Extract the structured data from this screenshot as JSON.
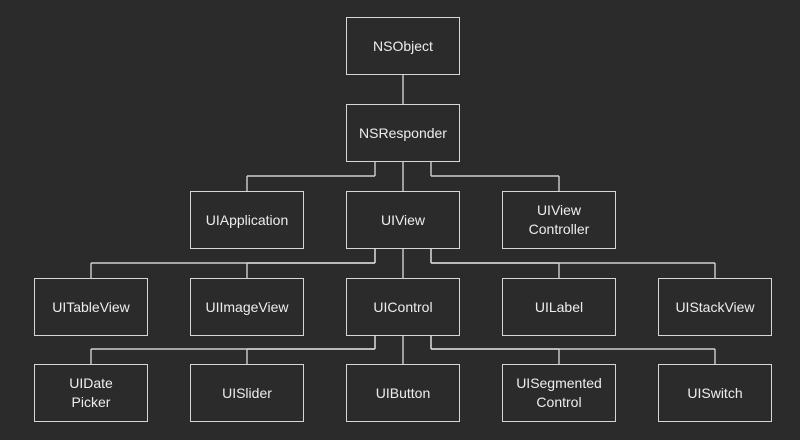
{
  "diagram": {
    "nodes": {
      "nsobject": "NSObject",
      "nsresponder": "NSResponder",
      "uiapplication": "UIApplication",
      "uiview": "UIView",
      "uiviewcontroller": "UIView\nController",
      "uitableview": "UITableView",
      "uiimageview": "UIImageView",
      "uicontrol": "UIControl",
      "uilabel": "UILabel",
      "uistackview": "UIStackView",
      "uidatepicker": "UIDate\nPicker",
      "uislider": "UISlider",
      "uibutton": "UIButton",
      "uisegmentedcontrol": "UISegmented\nControl",
      "uiswitch": "UISwitch"
    },
    "edges": [
      [
        "nsobject",
        "nsresponder"
      ],
      [
        "nsresponder",
        "uiapplication"
      ],
      [
        "nsresponder",
        "uiview"
      ],
      [
        "nsresponder",
        "uiviewcontroller"
      ],
      [
        "uiview",
        "uitableview"
      ],
      [
        "uiview",
        "uiimageview"
      ],
      [
        "uiview",
        "uicontrol"
      ],
      [
        "uiview",
        "uilabel"
      ],
      [
        "uiview",
        "uistackview"
      ],
      [
        "uicontrol",
        "uidatepicker"
      ],
      [
        "uicontrol",
        "uislider"
      ],
      [
        "uicontrol",
        "uibutton"
      ],
      [
        "uicontrol",
        "uisegmentedcontrol"
      ],
      [
        "uicontrol",
        "uiswitch"
      ]
    ]
  }
}
